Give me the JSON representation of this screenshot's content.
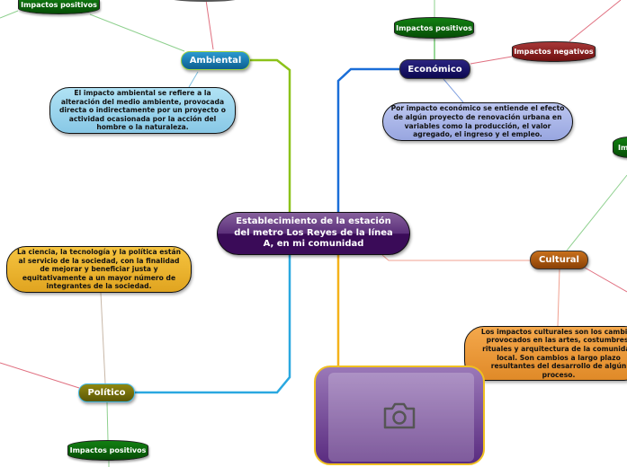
{
  "central": "Establecimiento de la estación del metro Los Reyes de la línea A, en mi comunidad",
  "ambiental": {
    "label": "Ambiental",
    "desc": "El impacto ambiental se refiere a  la alteración del medio ambiente, provocada directa o indirectamente por un proyecto o actividad ocasionada por la acción del hombre o la naturaleza.",
    "positivos": "Impactos positivos"
  },
  "economico": {
    "label": "Económico",
    "desc": "Por impacto económico se entiende el efecto de algún proyecto de renovación urbana en variables como la producción, el valor agregado, el ingreso y el empleo.",
    "positivos": "Impactos positivos",
    "negativos": "Impactos negativos"
  },
  "cultural": {
    "label": "Cultural",
    "desc": "Los impactos culturales son los cambios provocados en las artes, costumbres, rituales y arquitectura de la comunidad local. Son cambios a largo plazo resultantes del desarrollo de algún proceso.",
    "partial": "Im"
  },
  "politico": {
    "label": "Político",
    "desc": "La ciencia, la tecnología y la política están al servicio de la sociedad, con la finalidad de mejorar y beneficiar justa y equitativamente a un mayor número de integrantes de la sociedad.",
    "positivos": "Impactos positivos"
  },
  "image": {
    "icon": "camera-icon"
  }
}
